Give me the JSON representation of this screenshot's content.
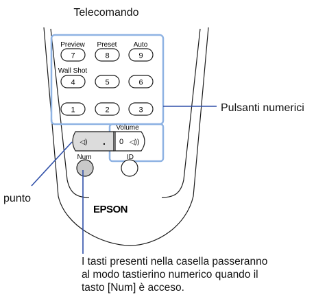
{
  "title": "Telecomando",
  "labels": {
    "numeric_buttons": "Pulsanti numerici",
    "dot": "punto"
  },
  "caption_lines": [
    "I tasti presenti nella casella passeranno",
    "al modo tastierino numerico quando il",
    "tasto [Num] è acceso."
  ],
  "keypad": {
    "top_labels": [
      "Preview",
      "Preset",
      "Auto"
    ],
    "side_label": "Wall Shot",
    "rows": [
      [
        "7",
        "8",
        "9"
      ],
      [
        "4",
        "5",
        "6"
      ],
      [
        "1",
        "2",
        "3"
      ]
    ]
  },
  "volume": {
    "label": "Volume",
    "minus_glyph": "◁)",
    "dot_glyph": ".",
    "zero_glyph": "0",
    "plus_glyph": "◁))"
  },
  "bottom_buttons": {
    "num_label": "Num",
    "id_label": "ID"
  },
  "brand": "EPSON",
  "colors": {
    "highlight_box": "#8fb3e3",
    "leader_line": "#2f4fa8",
    "button_fill": "#ffffff",
    "num_button_fill": "#c9c9c9",
    "outline": "#1a1a1a"
  }
}
